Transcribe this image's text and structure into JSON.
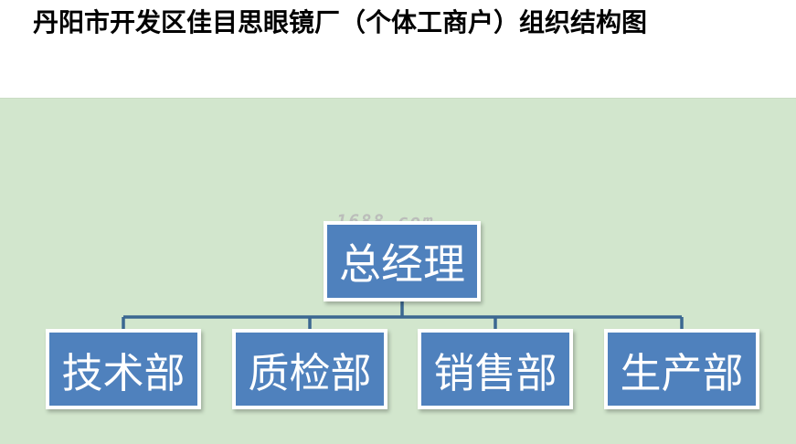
{
  "header": {
    "title": "丹阳市开发区佳目思眼镜厂（个体工商户）组织结构图"
  },
  "diagram": {
    "watermark": "1688.com",
    "root": {
      "label": "总经理"
    },
    "children": [
      {
        "label": "技术部"
      },
      {
        "label": "质检部"
      },
      {
        "label": "销售部"
      },
      {
        "label": "生产部"
      }
    ],
    "colors": {
      "background": "#d2e6cd",
      "node_fill": "#4f81bd",
      "node_border": "#ffffff",
      "connector": "#3b6791",
      "node_text": "#ffffff"
    }
  }
}
